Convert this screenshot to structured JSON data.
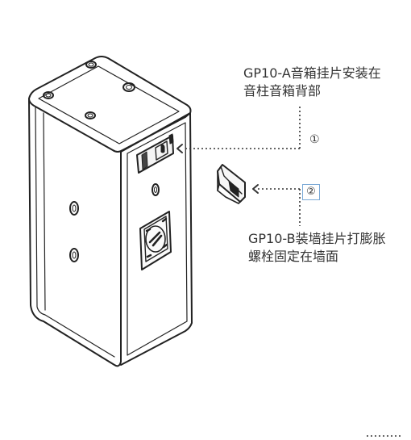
{
  "labels": {
    "a_line1": "GP10-A音箱挂片安装在",
    "a_line2": "音柱音箱背部",
    "b_line1": "GP10-B装墙挂片打膨胀",
    "b_line2": "螺栓固定在墙面"
  },
  "markers": {
    "one": "①",
    "two": "②"
  },
  "colors": {
    "stroke": "#222222",
    "leader": "#333333",
    "marker_box": "#7aa9d6"
  }
}
